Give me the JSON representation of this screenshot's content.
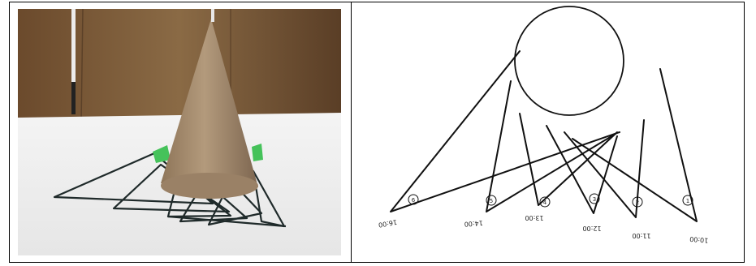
{
  "figure": {
    "left_panel": {
      "subject": "photo-cone-shadows"
    },
    "right_panel": {
      "subject": "sketch-shadow-triangles",
      "time_labels": [
        "16:00",
        "14:00",
        "13:00",
        "12:00",
        "11:00",
        "10:00"
      ],
      "circle_marks": [
        "6",
        "5",
        "4",
        "3",
        "2",
        "1"
      ]
    }
  }
}
